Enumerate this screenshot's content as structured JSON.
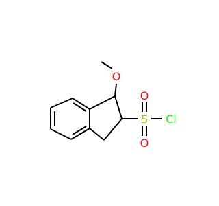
{
  "molecule": {
    "atoms": [
      {
        "id": "O_methoxy",
        "label": "O",
        "color": "#ff0d0d"
      },
      {
        "id": "S",
        "label": "S",
        "color": "#b2b200"
      },
      {
        "id": "Cl",
        "label": "Cl",
        "color": "#1ff01f"
      },
      {
        "id": "O_top",
        "label": "O",
        "color": "#ff0d0d"
      },
      {
        "id": "O_bottom",
        "label": "O",
        "color": "#ff0d0d"
      }
    ],
    "bond_color": "#000000"
  }
}
